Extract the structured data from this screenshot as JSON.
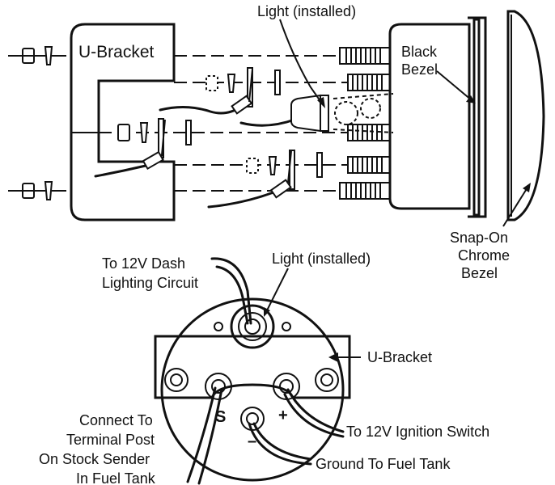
{
  "top_view": {
    "u_bracket_label": "U-Bracket",
    "light_label": "Light (installed)",
    "black_bezel_line1": "Black",
    "black_bezel_line2": "Bezel",
    "snap_on_line1": "Snap-On",
    "snap_on_line2": "Chrome",
    "snap_on_line3": "Bezel"
  },
  "rear_view": {
    "dash_line1": "To 12V Dash",
    "dash_line2": "Lighting Circuit",
    "light_label": "Light (installed)",
    "u_bracket_label": "U-Bracket",
    "terminal_s": "S",
    "terminal_plus": "+",
    "terminal_minus": "–",
    "ignition_label": "To 12V Ignition Switch",
    "ground_label": "Ground To Fuel Tank",
    "sender_line1": "Connect To",
    "sender_line2": "Terminal Post",
    "sender_line3": "On Stock Sender",
    "sender_line4": "In Fuel Tank"
  }
}
